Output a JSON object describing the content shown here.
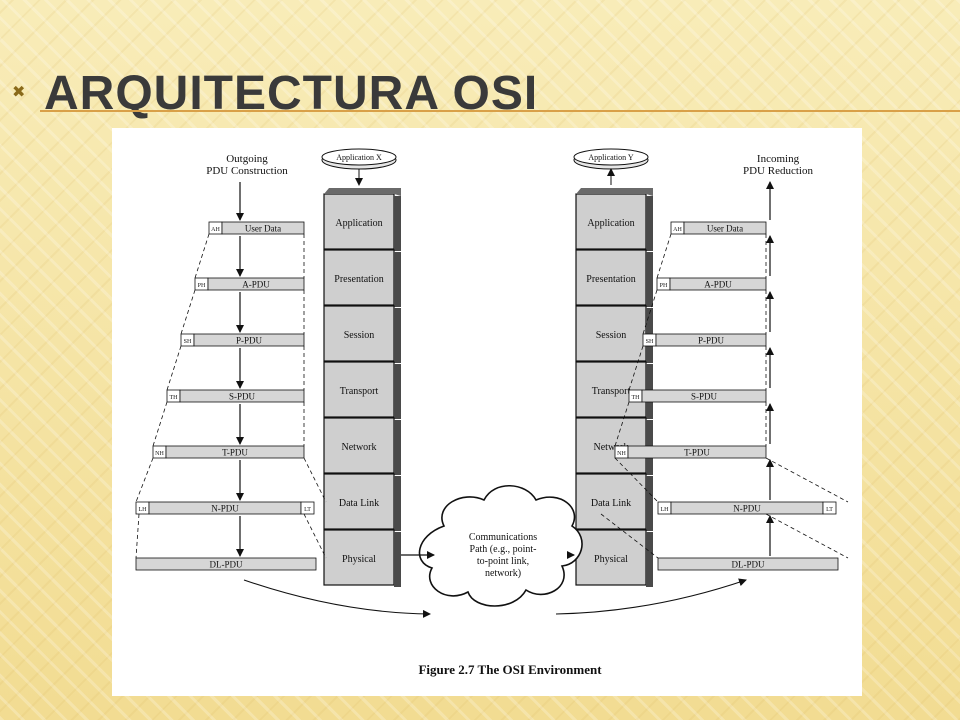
{
  "slide": {
    "marker": "✖",
    "title": "ARQUITECTURA OSI"
  },
  "diagram": {
    "left_label": [
      "Outgoing",
      "PDU Construction"
    ],
    "right_label": [
      "Incoming",
      "PDU Reduction"
    ],
    "app_left": "Application X",
    "app_right": "Application Y",
    "layers": [
      "Application",
      "Presentation",
      "Session",
      "Transport",
      "Network",
      "Data Link",
      "Physical"
    ],
    "pdus": [
      "User Data",
      "A-PDU",
      "P-PDU",
      "S-PDU",
      "T-PDU",
      "N-PDU",
      "DL-PDU"
    ],
    "headers": [
      "AH",
      "PH",
      "SH",
      "TH",
      "NH",
      "LH",
      ""
    ],
    "trailer": "LT",
    "cloud": [
      "Communications",
      "Path (e.g., point-",
      "to-point link,",
      "network)"
    ],
    "caption": "Figure 2.7   The OSI Environment"
  }
}
